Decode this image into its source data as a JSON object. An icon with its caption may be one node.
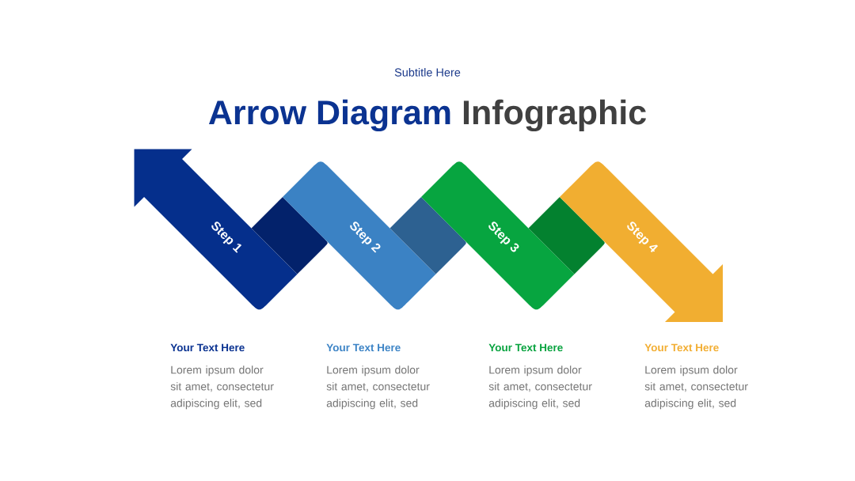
{
  "diagram": {
    "title": "Arrow Diagram Infographic",
    "nodes": [
      {
        "text": [
          "Step 1"
        ],
        "beside": [
          "Your Text Here",
          "Lorem ipsum dolor sit amet, consectetur adipiscing elit, sed"
        ]
      },
      {
        "text": [
          "Step 2"
        ],
        "beside": [
          "Your Text Here",
          "Lorem ipsum dolor sit amet, consectetur adipiscing elit, sed"
        ]
      },
      {
        "text": [
          "Step 3"
        ],
        "beside": [
          "Your Text Here",
          "Lorem ipsum dolor sit amet, consectetur adipiscing elit, sed"
        ]
      },
      {
        "text": [
          "Step 4"
        ],
        "beside": [
          "Your Text Here",
          "Lorem ipsum dolor sit amet, consectetur adipiscing elit, sed"
        ]
      }
    ],
    "labels": [
      "Subtitle Here"
    ]
  }
}
